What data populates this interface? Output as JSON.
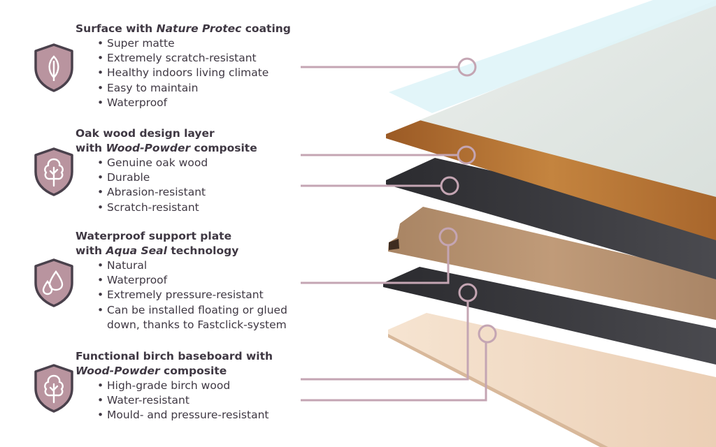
{
  "sections": [
    {
      "heading_lines": [
        [
          {
            "text": "Surface with ",
            "em": false
          },
          {
            "text": "Nature Protec",
            "em": true
          },
          {
            "text": " coating",
            "em": false
          }
        ]
      ],
      "icon": "leaf-icon",
      "bullets": [
        "Super matte",
        "Extremely scratch-resistant",
        "Healthy indoors living climate",
        "Easy to maintain",
        "Waterproof"
      ]
    },
    {
      "heading_lines": [
        [
          {
            "text": "Oak wood design layer",
            "em": false
          }
        ],
        [
          {
            "text": "with ",
            "em": false
          },
          {
            "text": "Wood-Powder",
            "em": true
          },
          {
            "text": " composite",
            "em": false
          }
        ]
      ],
      "icon": "tree-icon",
      "bullets": [
        "Genuine oak wood",
        "Durable",
        "Abrasion-resistant",
        "Scratch-resistant"
      ]
    },
    {
      "heading_lines": [
        [
          {
            "text": "Waterproof support plate",
            "em": false
          }
        ],
        [
          {
            "text": "with ",
            "em": false
          },
          {
            "text": "Aqua Seal",
            "em": true
          },
          {
            "text": " technology",
            "em": false
          }
        ]
      ],
      "icon": "water-drops-icon",
      "bullets": [
        "Natural",
        "Waterproof",
        "Extremely pressure-resistant",
        "Can be installed floating or glued",
        "down, thanks to Fastclick-system"
      ]
    },
    {
      "heading_lines": [
        [
          {
            "text": "Functional birch baseboard with",
            "em": false
          }
        ],
        [
          {
            "text": "Wood-Powder",
            "em": true
          },
          {
            "text": " composite",
            "em": false
          }
        ]
      ],
      "icon": "tree-icon",
      "bullets": [
        "High-grade birch wood",
        "Water-resistant",
        "Mould- and pressure-resistant"
      ]
    }
  ],
  "colors": {
    "text": "#3f3843",
    "shield_fill": "#b9949f",
    "shield_outline": "#4a414c",
    "connector": "#c4a5b3",
    "coating": "#e0f4f8",
    "oak_top": "#dfe4df",
    "oak_edge": "#b06d2f",
    "black_layer": "#2f2f33",
    "support_core": "#b99471",
    "birch": "#f0d9c2"
  }
}
